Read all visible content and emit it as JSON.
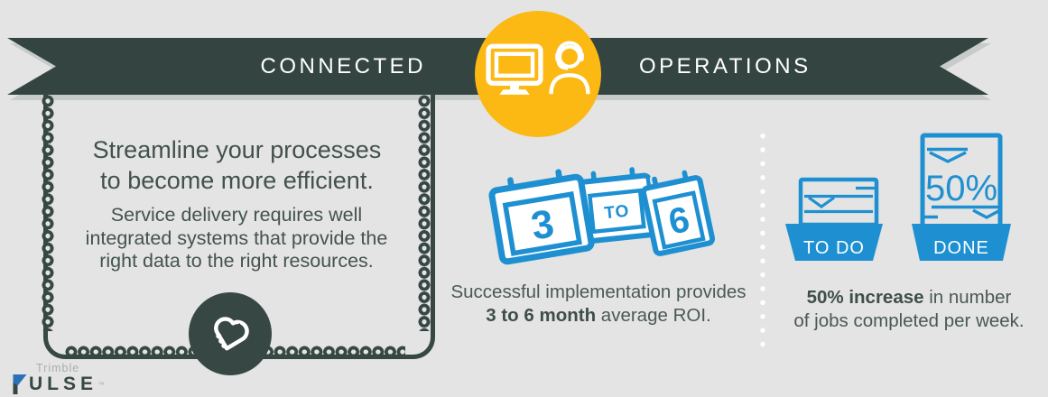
{
  "colors": {
    "background": "#e3e4e3",
    "ribbon": "#344541",
    "ribbon_shadow": "#c7cbca",
    "accent_yellow": "#fcb813",
    "accent_blue": "#1e90d2",
    "text_dark": "#44534f",
    "chain_dark": "#364744",
    "logo_blue": "#2a72b8",
    "logo_gray": "#a9afae"
  },
  "ribbon": {
    "left_label": "CONNECTED",
    "right_label": "OPERATIONS"
  },
  "left_panel": {
    "heading_line1": "Streamline your processes",
    "heading_line2": "to become more efficient.",
    "body_line1": "Service delivery requires well",
    "body_line2": "integrated systems that provide the",
    "body_line3": "right data to the right resources."
  },
  "roi_section": {
    "calendar_first": "3",
    "calendar_middle": "TO",
    "calendar_last": "6",
    "caption_line1": "Successful implementation provides",
    "caption_bold": "3 to 6 month",
    "caption_rest": " average ROI."
  },
  "jobs_section": {
    "todo_tray_label": "TO DO",
    "done_tray_label": "DONE",
    "done_paper_value": "50%",
    "caption_bold": "50% increase",
    "caption_rest": " in number",
    "caption_line2": "of jobs completed per week."
  },
  "logo": {
    "brand": "Trimble",
    "product": "PULSE",
    "product_rest": "ULSE",
    "trademark": "™"
  }
}
